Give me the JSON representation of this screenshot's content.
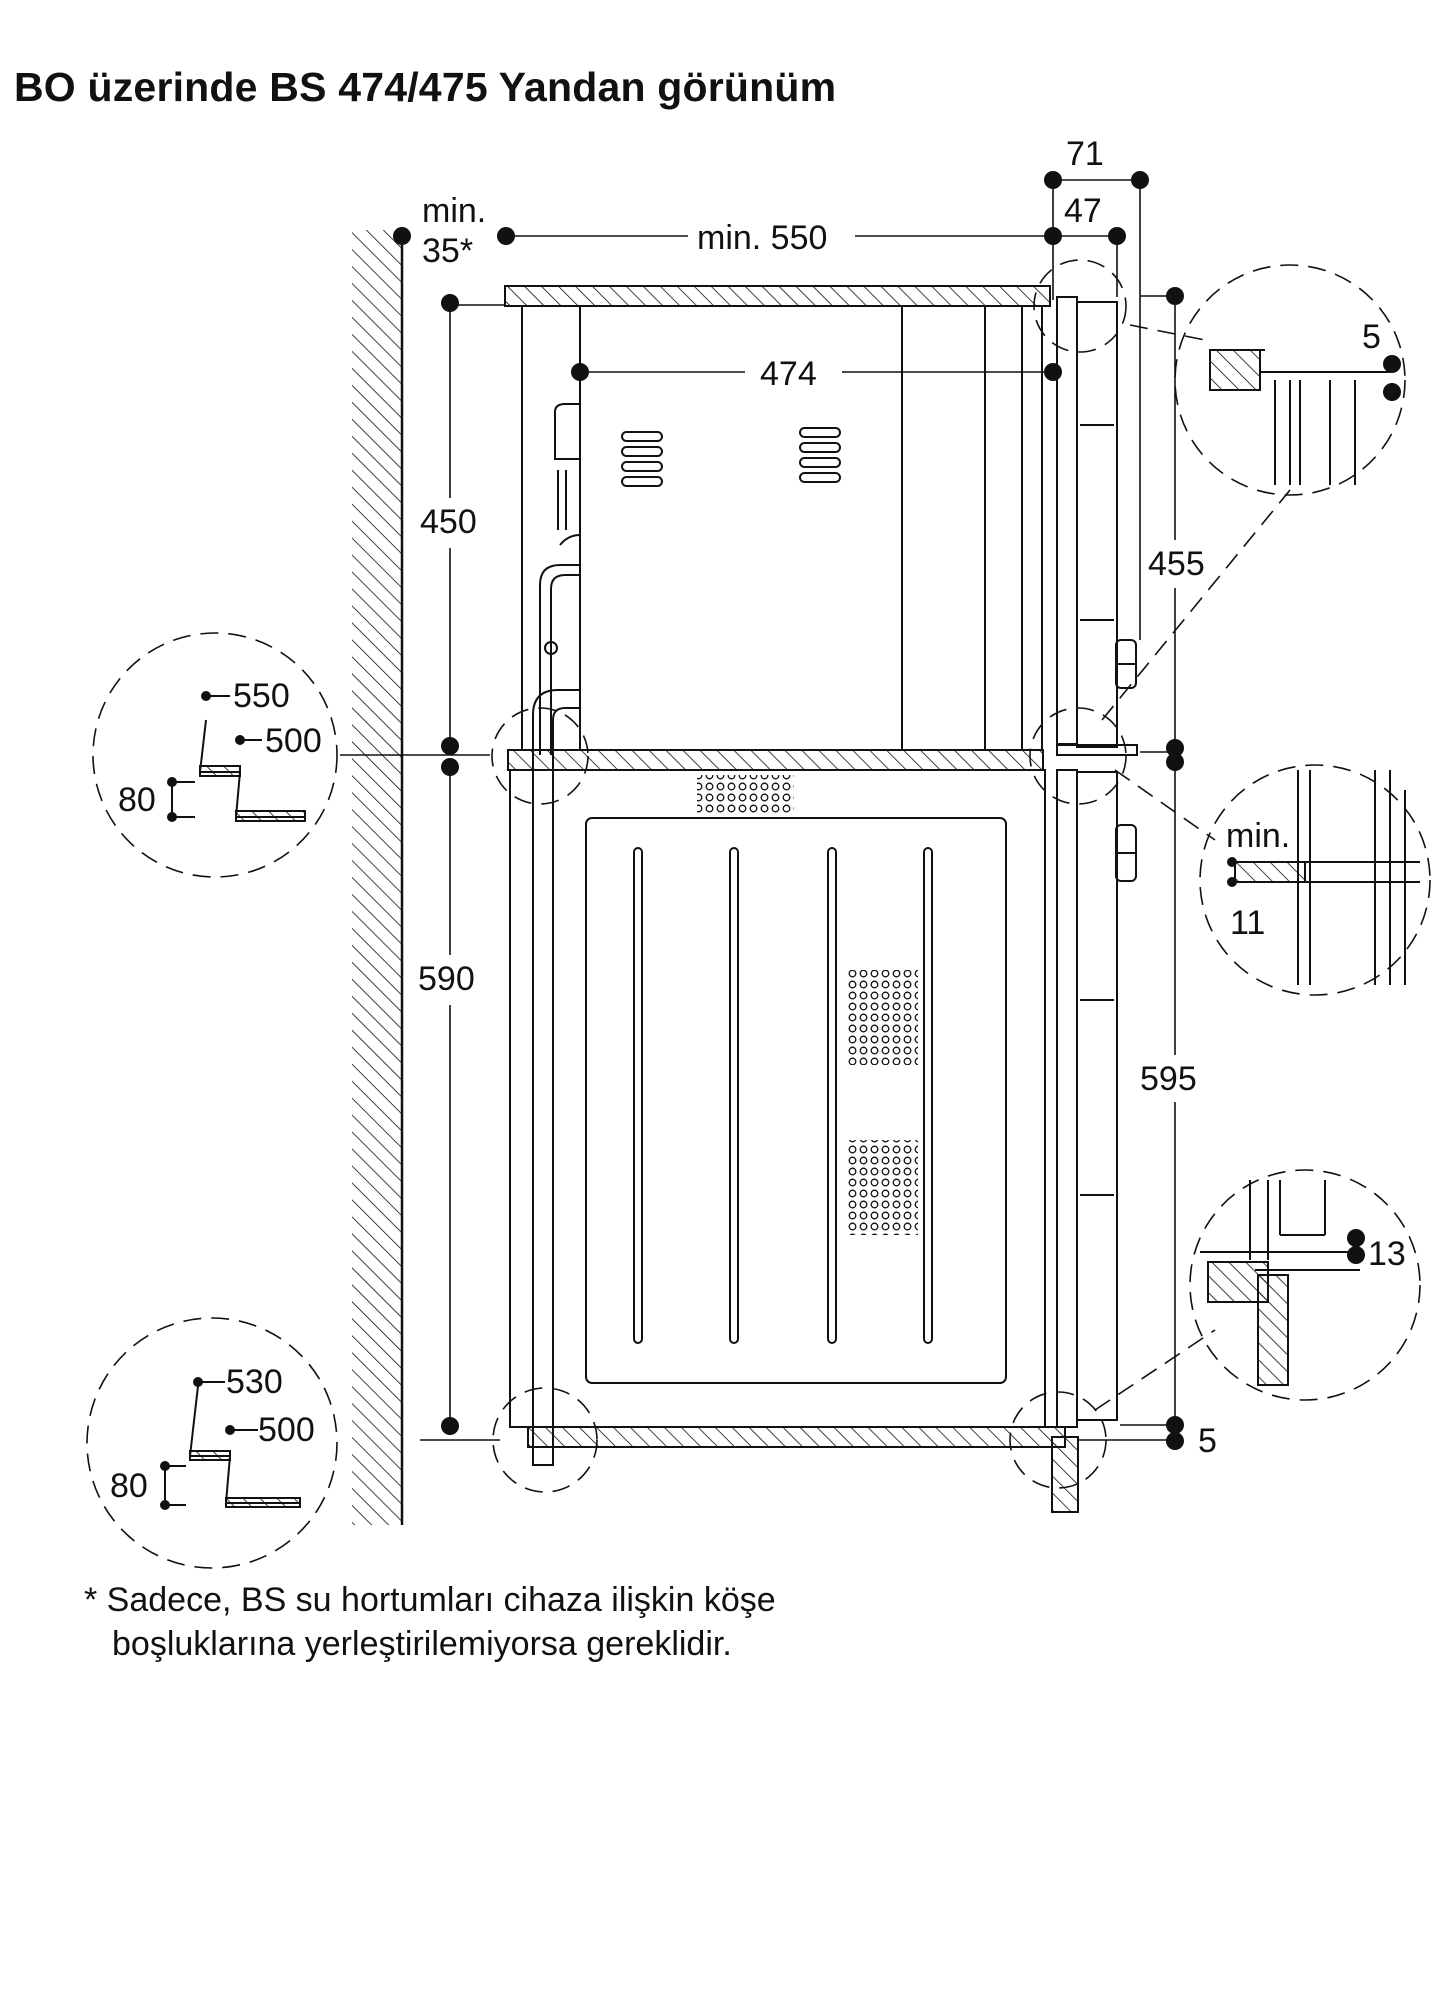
{
  "title": "BO üzerinde BS 474/475 Yandan görünüm",
  "dimensions": {
    "wall_gap_line1": "min.",
    "wall_gap_line2": "35*",
    "depth_niche": "min. 550",
    "appliance_depth": "474",
    "front_71": "71",
    "front_47": "47",
    "upper_height": "450",
    "lower_height": "590",
    "front_upper": "455",
    "front_lower": "595",
    "bottom_gap": "5"
  },
  "details": {
    "top_right": {
      "value": "5"
    },
    "middle_left": {
      "top": "550",
      "mid": "500",
      "height": "80"
    },
    "middle_right": {
      "line1": "min.",
      "line2": "11"
    },
    "bottom_right": {
      "value": "13"
    },
    "bottom_left": {
      "top": "530",
      "mid": "500",
      "height": "80"
    }
  },
  "footnote": {
    "line1": "* Sadece, BS su hortumları cihaza ilişkin köşe",
    "line2": "boşluklarına yerleştirilemiyorsa gereklidir."
  },
  "colors": {
    "stroke": "#111111",
    "background": "#ffffff"
  }
}
